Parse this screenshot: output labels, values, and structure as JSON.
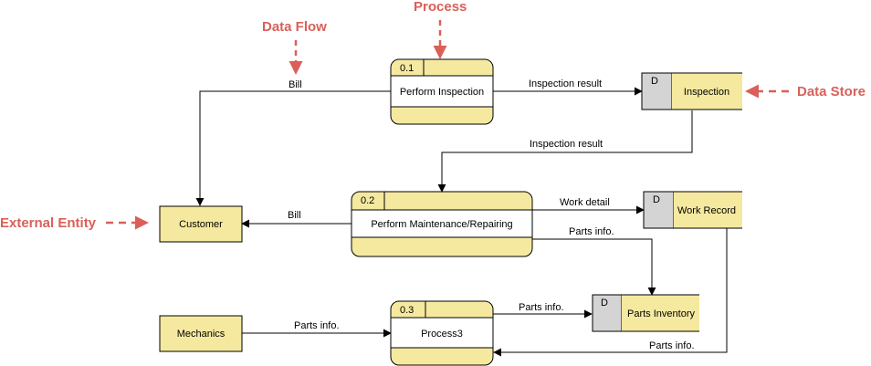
{
  "annotations": {
    "data_flow": "Data Flow",
    "process": "Process",
    "data_store": "Data Store",
    "external_entity": "External Entity"
  },
  "processes": [
    {
      "id": "0.1",
      "label": "Perform Inspection"
    },
    {
      "id": "0.2",
      "label": "Perform Maintenance/Repairing"
    },
    {
      "id": "0.3",
      "label": "Process3"
    }
  ],
  "data_stores": [
    {
      "id": "D",
      "label": "Inspection"
    },
    {
      "id": "D",
      "label": "Work Record"
    },
    {
      "id": "D",
      "label": "Parts Inventory"
    }
  ],
  "entities": [
    {
      "label": "Customer"
    },
    {
      "label": "Mechanics"
    }
  ],
  "flows": {
    "bill_top": "Bill",
    "inspection_result_1": "Inspection result",
    "inspection_result_2": "Inspection result",
    "bill_customer": "Bill",
    "work_detail": "Work detail",
    "parts_info_maint": "Parts info.",
    "parts_info_mechanics": "Parts info.",
    "parts_info_process3": "Parts info.",
    "parts_info_workrecord": "Parts info."
  },
  "colors": {
    "fill": "#f5e9a0",
    "store_id_fill": "#d4d4d4",
    "stroke": "#000000",
    "annotation": "#d9605a"
  }
}
